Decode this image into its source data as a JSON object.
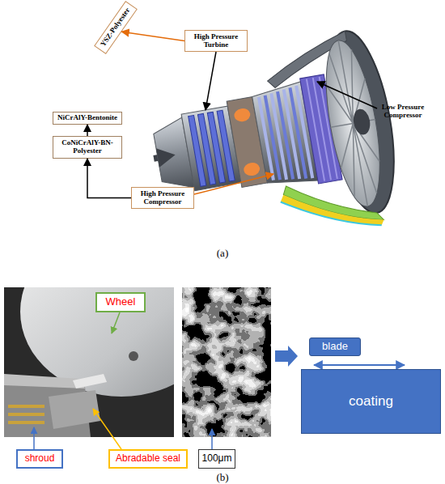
{
  "diagram": {
    "nodes": [
      {
        "text": [
          "YSZ-Polyester"
        ]
      },
      {
        "text": [
          "High Pressure Turbine"
        ]
      },
      {
        "text": [
          "NiCrAlY-Bentonite"
        ]
      },
      {
        "text": [
          "CoNiCrAlY-BN-Polyester"
        ]
      },
      {
        "text": [
          "High Pressure Compressor"
        ]
      },
      {
        "text": [
          "Wheel"
        ]
      },
      {
        "text": [
          "shroud"
        ]
      },
      {
        "text": [
          "Abradable seal"
        ]
      },
      {
        "text": [
          "100μm"
        ]
      },
      {
        "text": [
          "blade"
        ]
      },
      {
        "text": [
          "coating"
        ]
      }
    ],
    "edges": [
      {
        "from": 1,
        "to": 0,
        "arrow": "to"
      },
      {
        "from": 4,
        "to": 3,
        "arrow": "to"
      },
      {
        "from": 3,
        "to": 2,
        "arrow": "to"
      }
    ],
    "labels": [
      "Low Pressure Compressor",
      "(a)",
      "(b)"
    ]
  }
}
